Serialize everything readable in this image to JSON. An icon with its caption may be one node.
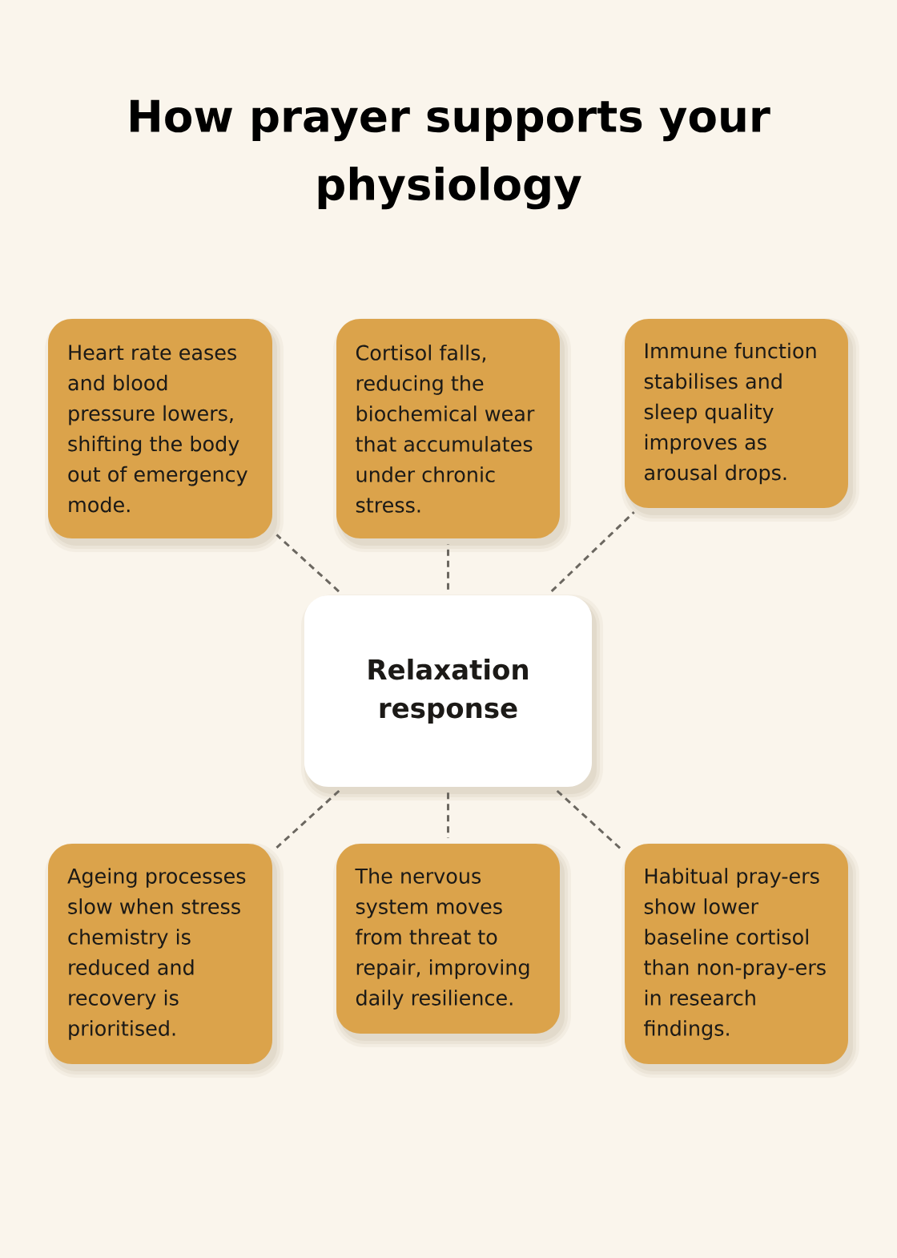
{
  "diagram": {
    "title": "How prayer supports your physiology",
    "nodes": [
      {
        "text": [
          "Heart rate eases and blood pressure lowers, shifting the body out of emergency mode."
        ]
      },
      {
        "text": [
          "Cortisol falls, reducing the biochemical wear that accumulates under chronic stress."
        ]
      },
      {
        "text": [
          "Immune function stabilises and sleep quality improves as arousal drops."
        ]
      },
      {
        "text": [
          "Relaxation response"
        ]
      },
      {
        "text": [
          "Ageing processes slow when stress chemistry is reduced and recovery is prioritised."
        ]
      },
      {
        "text": [
          "The nervous system moves from threat to repair, improving daily resilience."
        ]
      },
      {
        "text": [
          "Habitual pray-ers show lower baseline cortisol than non-pray-ers in research findings."
        ]
      }
    ],
    "edges": [
      {
        "from": 3,
        "to": 0,
        "arrow": "none",
        "style": "dashed"
      },
      {
        "from": 3,
        "to": 1,
        "arrow": "none",
        "style": "dashed"
      },
      {
        "from": 3,
        "to": 2,
        "arrow": "none",
        "style": "dashed"
      },
      {
        "from": 3,
        "to": 4,
        "arrow": "none",
        "style": "dashed"
      },
      {
        "from": 3,
        "to": 5,
        "arrow": "none",
        "style": "dashed"
      },
      {
        "from": 3,
        "to": 6,
        "arrow": "none",
        "style": "dashed"
      }
    ]
  }
}
